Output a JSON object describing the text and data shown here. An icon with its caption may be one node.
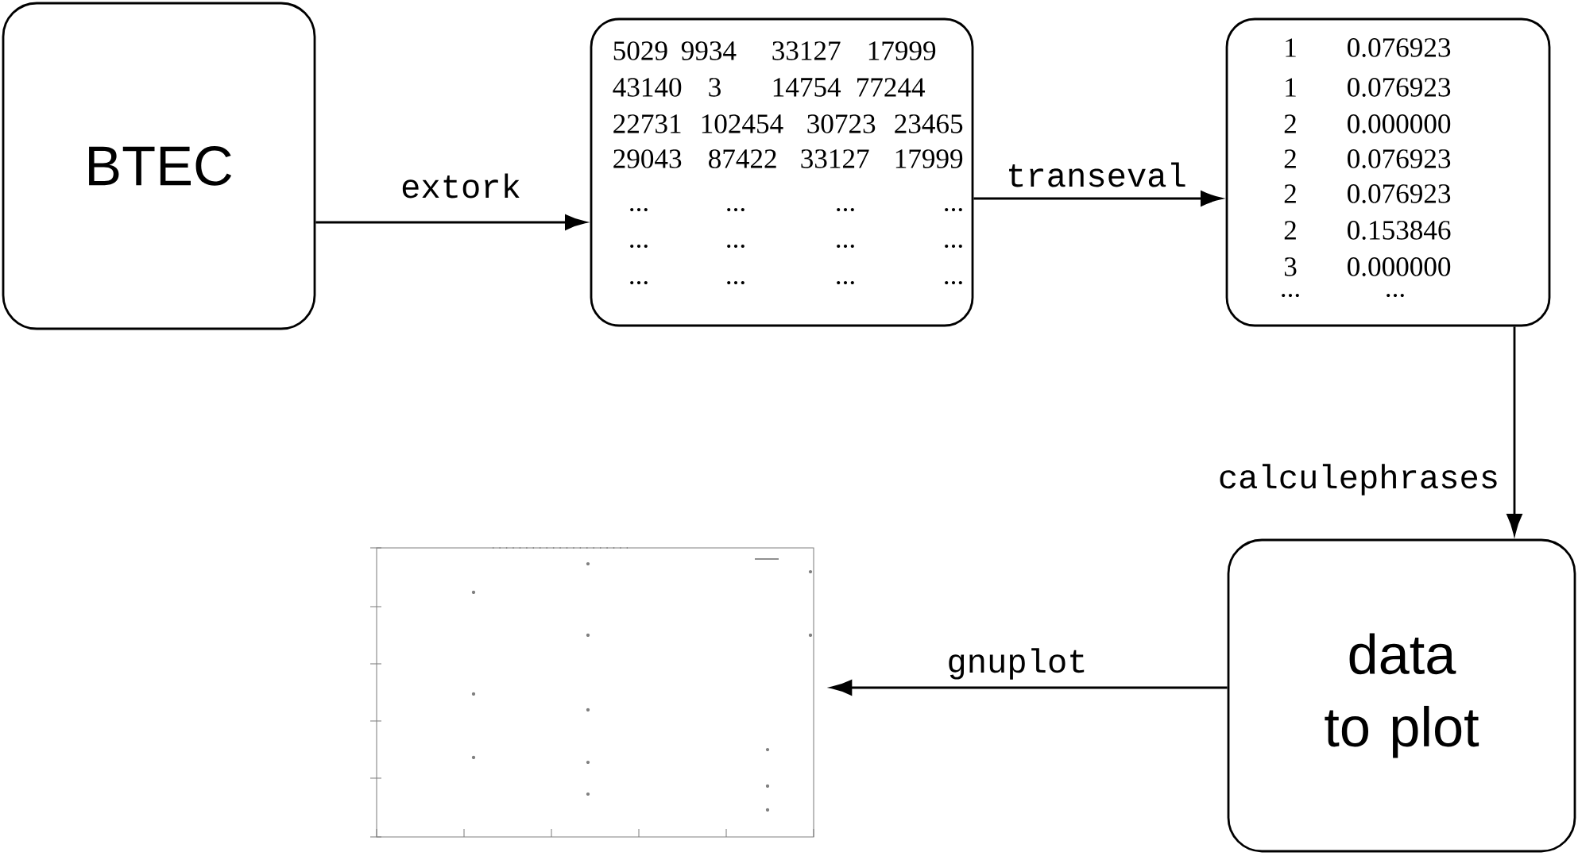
{
  "diagram": {
    "nodes": [
      {
        "text": [
          "BTEC"
        ]
      },
      {
        "text": [
          "5029",
          "9934",
          "33127",
          "17999",
          "43140",
          "3",
          "14754",
          "77244",
          "22731",
          "102454",
          "30723",
          "23465",
          "29043",
          "87422",
          "33127",
          "17999",
          "...",
          "...",
          "...",
          "...",
          "...",
          "...",
          "...",
          "...",
          "...",
          "...",
          "...",
          "..."
        ]
      },
      {
        "text": [
          "1",
          "0.076923",
          "1",
          "0.076923",
          "2",
          "0.000000",
          "2",
          "0.076923",
          "2",
          "0.076923",
          "2",
          "0.153846",
          "3",
          "0.000000",
          "...",
          "..."
        ]
      },
      {
        "text": [
          "data to plot"
        ]
      },
      {
        "text": [],
        "shape": "picture"
      }
    ],
    "edges": [
      {
        "from": 0,
        "to": 1,
        "arrow": "to",
        "label": "extork"
      },
      {
        "from": 1,
        "to": 2,
        "arrow": "to",
        "label": "transeval"
      },
      {
        "from": 2,
        "to": 3,
        "arrow": "to",
        "label": "calculephrases"
      },
      {
        "from": 3,
        "to": 4,
        "arrow": "to",
        "label": "gnuplot"
      }
    ]
  }
}
